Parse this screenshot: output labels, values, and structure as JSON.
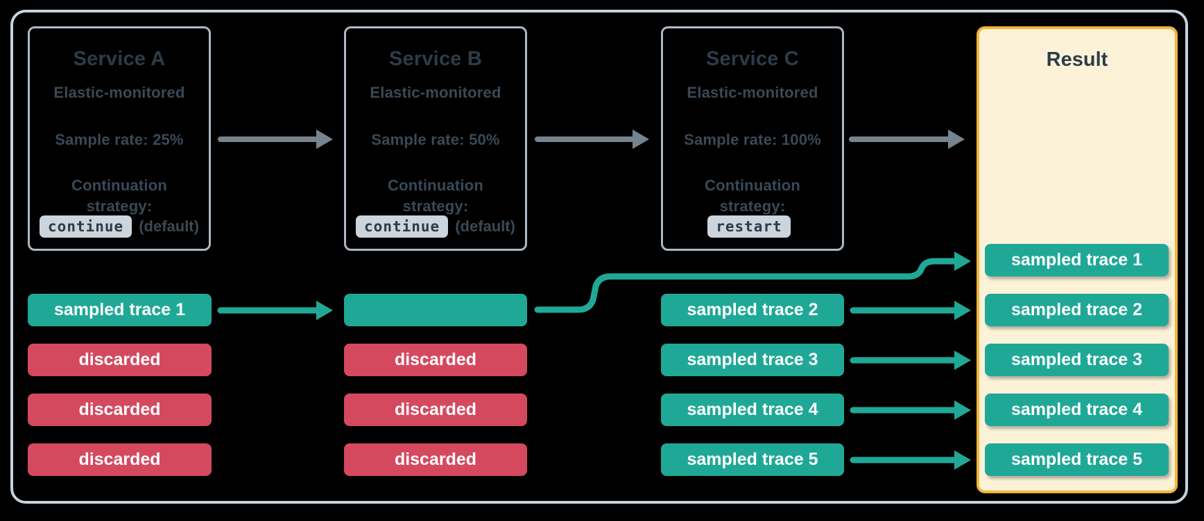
{
  "colors": {
    "teal": "#20a897",
    "red": "#d5495f",
    "gray_arrow": "#76848f",
    "result_border": "#f2b63c",
    "result_background": "#fcf2d8",
    "service_border": "#aeb9c5",
    "frame_border": "#c9d2da",
    "title_text": "#2d3c4a",
    "body_text": "#3a4956",
    "chip_background": "#ccd5dd",
    "chip_text": "#2b3b48"
  },
  "services": [
    {
      "title": "Service A",
      "monitoring": "Elastic-monitored",
      "sample_rate": "Sample rate: 25%",
      "strategy_line1": "Continuation",
      "strategy_line2": "strategy:",
      "strategy_value": "continue",
      "strategy_suffix": "(default)"
    },
    {
      "title": "Service B",
      "monitoring": "Elastic-monitored",
      "sample_rate": "Sample rate: 50%",
      "strategy_line1": "Continuation",
      "strategy_line2": "strategy:",
      "strategy_value": "continue",
      "strategy_suffix": "(default)"
    },
    {
      "title": "Service C",
      "monitoring": "Elastic-monitored",
      "sample_rate": "Sample rate: 100%",
      "strategy_line1": "Continuation",
      "strategy_line2": "strategy:",
      "strategy_value": "restart",
      "strategy_suffix": ""
    }
  ],
  "columns": {
    "service_a": {
      "rows": [
        {
          "label": "sampled trace 1",
          "status": "sampled"
        },
        {
          "label": "discarded",
          "status": "discarded"
        },
        {
          "label": "discarded",
          "status": "discarded"
        },
        {
          "label": "discarded",
          "status": "discarded"
        }
      ]
    },
    "service_b": {
      "rows": [
        {
          "label": "",
          "status": "sampled"
        },
        {
          "label": "discarded",
          "status": "discarded"
        },
        {
          "label": "discarded",
          "status": "discarded"
        },
        {
          "label": "discarded",
          "status": "discarded"
        }
      ]
    },
    "service_c": {
      "rows": [
        {
          "label": "sampled trace 2",
          "status": "sampled"
        },
        {
          "label": "sampled trace 3",
          "status": "sampled"
        },
        {
          "label": "sampled trace 4",
          "status": "sampled"
        },
        {
          "label": "sampled trace 5",
          "status": "sampled"
        }
      ]
    }
  },
  "result": {
    "title": "Result",
    "traces": [
      "sampled trace 1",
      "sampled trace 2",
      "sampled trace 3",
      "sampled trace 4",
      "sampled trace 5"
    ]
  }
}
